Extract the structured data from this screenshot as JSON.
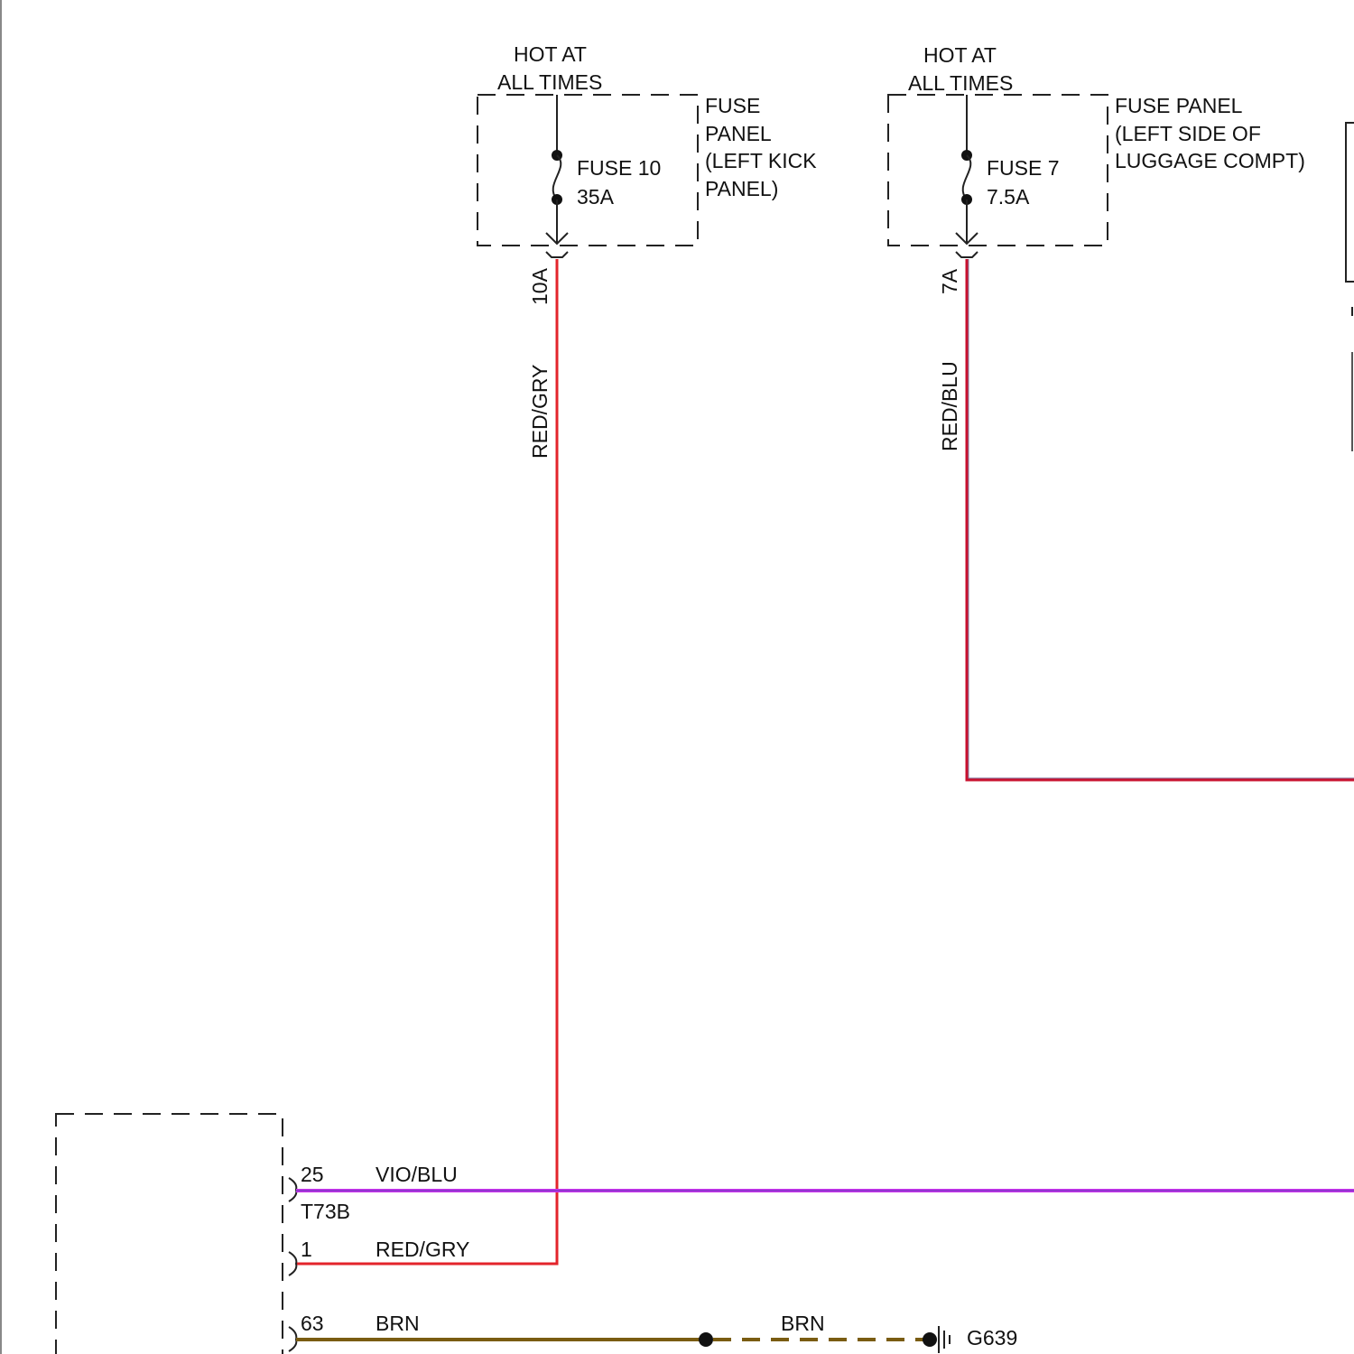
{
  "colors": {
    "red_gry": "#e3242b",
    "red_blu": "#c8102e",
    "vio_blu": "#cc33ee",
    "brn": "#7a5c12",
    "line": "#222222"
  },
  "fuse10": {
    "hot": [
      "HOT AT",
      "ALL TIMES"
    ],
    "name": "FUSE 10",
    "rating": "35A",
    "panel": [
      "FUSE",
      "PANEL",
      "(LEFT KICK",
      "PANEL)"
    ],
    "terminal": "10A",
    "wire": "RED/GRY"
  },
  "fuse7": {
    "hot": [
      "HOT AT",
      "ALL TIMES"
    ],
    "name": "FUSE 7",
    "rating": "7.5A",
    "panel": [
      "FUSE PANEL",
      "(LEFT SIDE OF",
      "LUGGAGE COMPT)"
    ],
    "terminal": "7A",
    "wire": "RED/BLU"
  },
  "connector": {
    "name": "T73B",
    "pins": [
      {
        "pin": "25",
        "wire": "VIO/BLU"
      },
      {
        "pin": "1",
        "wire": "RED/GRY"
      },
      {
        "pin": "63",
        "wire": "BRN"
      }
    ]
  },
  "ground": {
    "wire": "BRN",
    "name": "G639"
  }
}
